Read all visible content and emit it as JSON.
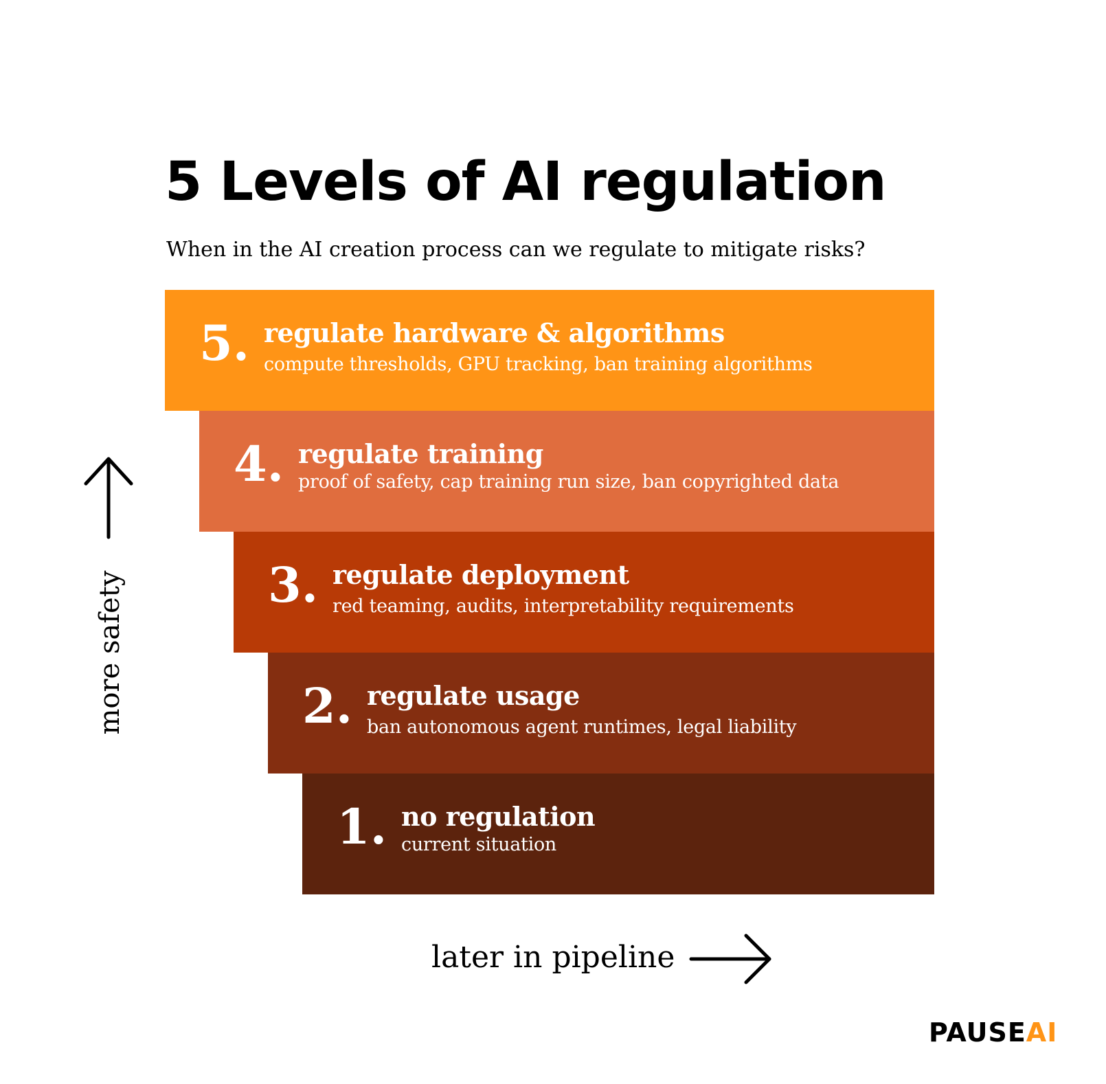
{
  "title": "5 Levels of AI regulation",
  "subtitle": "When in the AI creation process can we regulate to mitigate risks?",
  "levels": [
    {
      "number": "5.",
      "title": "regulate hardware & algorithms",
      "description": "compute thresholds, GPU tracking, ban training algorithms",
      "color": "#ff9416"
    },
    {
      "number": "4.",
      "title": "regulate training",
      "description": "proof of safety, cap training run size, ban copyrighted data",
      "color": "#e06d3e"
    },
    {
      "number": "3.",
      "title": "regulate deployment",
      "description": "red teaming, audits, interpretability requirements",
      "color": "#b83a06"
    },
    {
      "number": "2.",
      "title": "regulate usage",
      "description": "ban autonomous agent runtimes, legal liability",
      "color": "#842e10"
    },
    {
      "number": "1.",
      "title": "no regulation",
      "description": "current situation",
      "color": "#5c230d"
    }
  ],
  "y_axis_label": "more safety",
  "x_axis_label": "later in pipeline",
  "logo": {
    "main": "PAUSE",
    "accent": "AI",
    "accent_color": "#ff9416"
  },
  "icons": {
    "y_arrow": "arrow-up-icon",
    "x_arrow": "arrow-right-icon"
  }
}
